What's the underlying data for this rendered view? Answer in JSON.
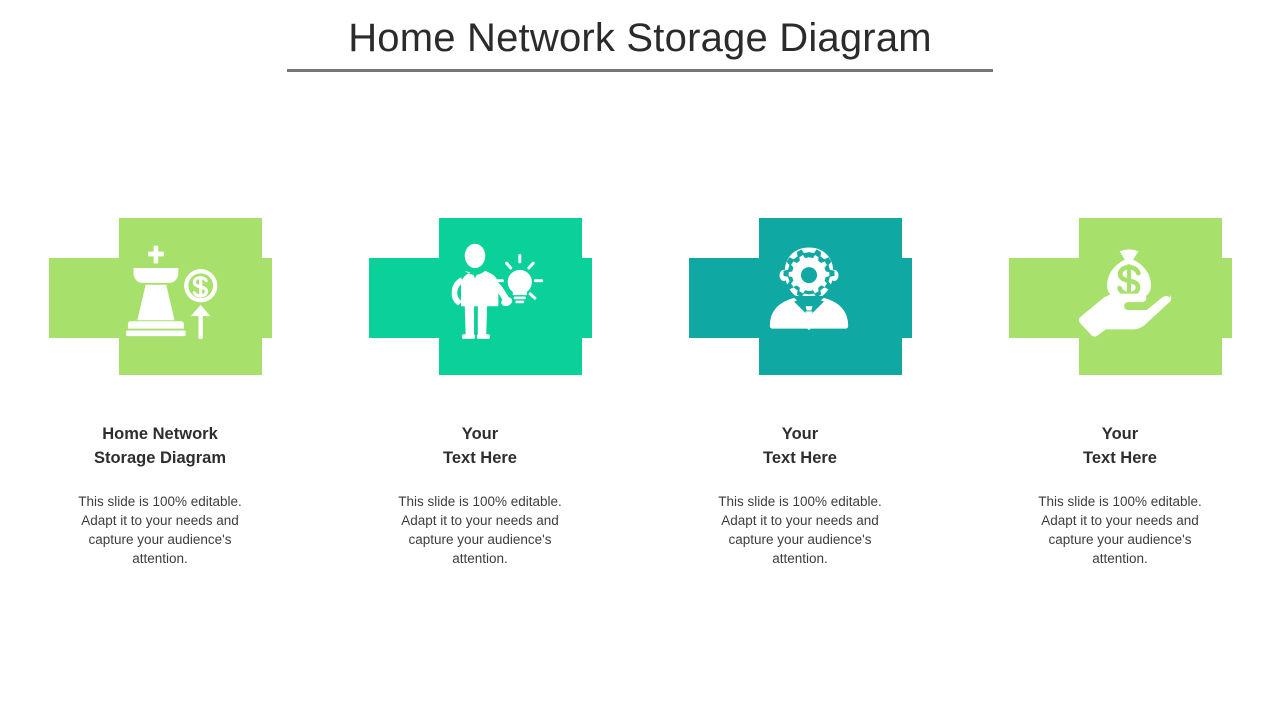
{
  "slide": {
    "title": "Home Network Storage Diagram",
    "background_color": "#ffffff",
    "title_color": "#2b2b2b",
    "rule_color": "#767676"
  },
  "cards": [
    {
      "icon_name": "chess-king-dollar-growth-icon",
      "color": "#A7E06B",
      "heading": "Home Network\nStorage Diagram",
      "body": "This slide is 100% editable. Adapt it to your needs and capture your audience's attention."
    },
    {
      "icon_name": "businessman-idea-lightbulb-icon",
      "color": "#0AD09A",
      "heading": "Your\nText Here",
      "body": "This slide is 100% editable. Adapt it to your needs and capture your audience's attention."
    },
    {
      "icon_name": "person-gear-head-icon",
      "color": "#10A8A2",
      "heading": "Your\nText Here",
      "body": "This slide is 100% editable. Adapt it to your needs and capture your audience's attention."
    },
    {
      "icon_name": "hand-holding-money-bag-icon",
      "color": "#A7E06B",
      "heading": "Your\nText Here",
      "body": "This slide is 100% editable. Adapt it to your needs and capture your audience's attention."
    }
  ]
}
